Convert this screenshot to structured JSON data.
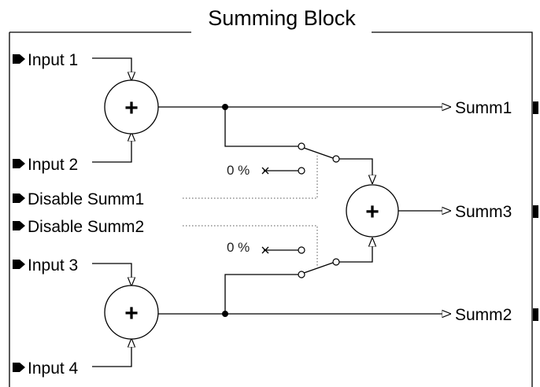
{
  "title": "Summing Block",
  "inputs": {
    "input1": "Input 1",
    "input2": "Input 2",
    "disable1": "Disable Summ1",
    "disable2": "Disable Summ2",
    "input3": "Input 3",
    "input4": "Input 4"
  },
  "outputs": {
    "summ1": "Summ1",
    "summ3": "Summ3",
    "summ2": "Summ2"
  },
  "summers": {
    "symbol": "+"
  },
  "switch_labels": {
    "upper": "0 %",
    "lower": "0 %"
  }
}
